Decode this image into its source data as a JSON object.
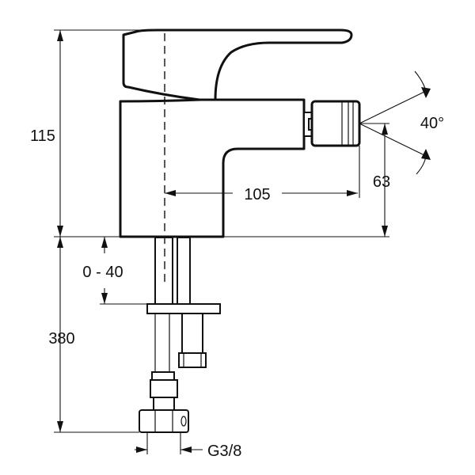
{
  "dimensions": {
    "total_height": "115",
    "spout_height": "63",
    "spout_reach": "105",
    "spray_angle": "40°",
    "countertop_thickness": "0 - 40",
    "hose_length": "380",
    "connection_thread": "G3/8"
  },
  "colors": {
    "line": "#111111",
    "background": "#ffffff"
  }
}
